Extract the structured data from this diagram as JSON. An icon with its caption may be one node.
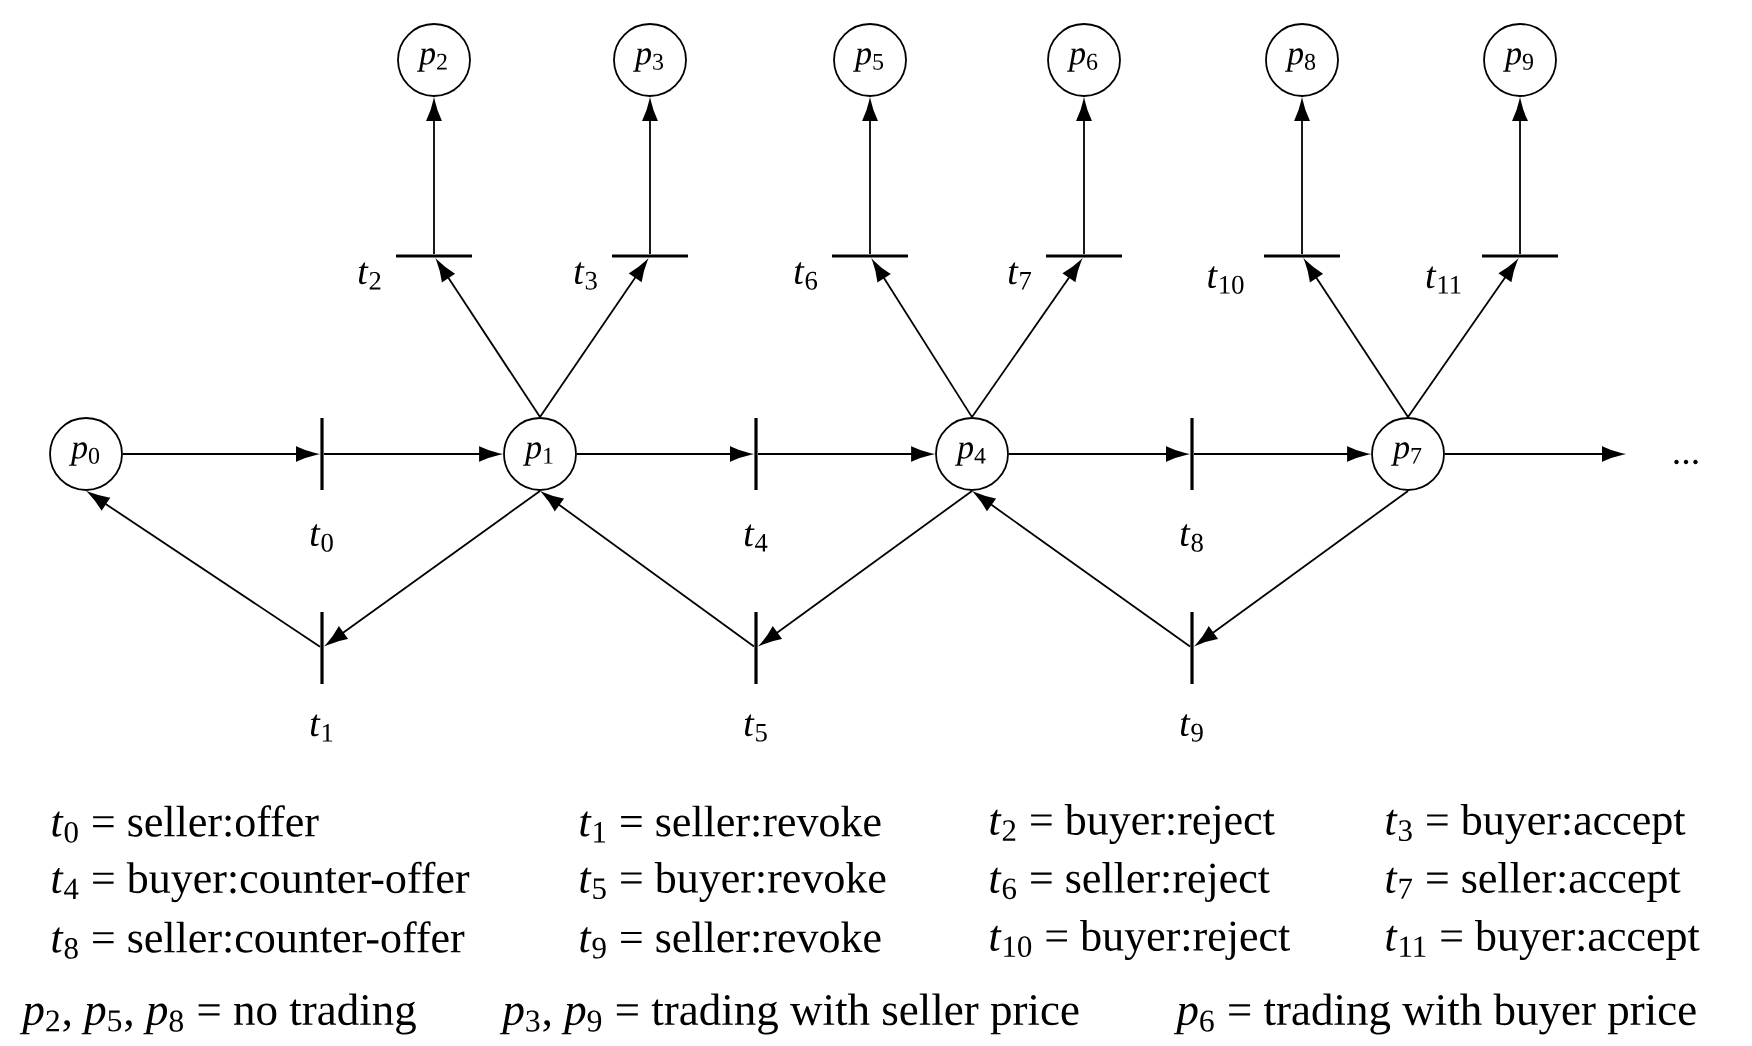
{
  "diagram": {
    "nodes": [
      {
        "text": [
          "*p*$_{0}$"
        ]
      },
      {
        "text": [
          "*p*$_{1}$"
        ]
      },
      {
        "text": [
          "*p*$_{2}$"
        ]
      },
      {
        "text": [
          "*p*$_{3}$"
        ]
      },
      {
        "text": [
          "*p*$_{4}$"
        ]
      },
      {
        "text": [
          "*p*$_{5}$"
        ]
      },
      {
        "text": [
          "*p*$_{6}$"
        ]
      },
      {
        "text": [
          "*p*$_{7}$"
        ]
      },
      {
        "text": [
          "*p*$_{8}$"
        ]
      },
      {
        "text": [
          "*p*$_{9}$"
        ]
      },
      {
        "text": [],
        "shape": "bar",
        "beside": [
          "*t*$_{0}$"
        ]
      },
      {
        "text": [],
        "shape": "bar",
        "beside": [
          "*t*$_{1}$"
        ]
      },
      {
        "text": [],
        "shape": "bar",
        "beside": [
          "*t*$_{2}$"
        ]
      },
      {
        "text": [],
        "shape": "bar",
        "beside": [
          "*t*$_{3}$"
        ]
      },
      {
        "text": [],
        "shape": "bar",
        "beside": [
          "*t*$_{4}$"
        ]
      },
      {
        "text": [],
        "shape": "bar",
        "beside": [
          "*t*$_{5}$"
        ]
      },
      {
        "text": [],
        "shape": "bar",
        "beside": [
          "*t*$_{6}$"
        ]
      },
      {
        "text": [],
        "shape": "bar",
        "beside": [
          "*t*$_{7}$"
        ]
      },
      {
        "text": [],
        "shape": "bar",
        "beside": [
          "*t*$_{8}$"
        ]
      },
      {
        "text": [],
        "shape": "bar",
        "beside": [
          "*t*$_{9}$"
        ]
      },
      {
        "text": [],
        "shape": "bar",
        "beside": [
          "*t*$_{10}$"
        ]
      },
      {
        "text": [],
        "shape": "bar",
        "beside": [
          "*t*$_{11}$"
        ]
      }
    ],
    "edges": [
      {
        "from": 0,
        "to": 10,
        "arrow": "to"
      },
      {
        "from": 10,
        "to": 1,
        "arrow": "to"
      },
      {
        "from": 1,
        "to": 11,
        "arrow": "to"
      },
      {
        "from": 11,
        "to": 0,
        "arrow": "to"
      },
      {
        "from": 1,
        "to": 12,
        "arrow": "to"
      },
      {
        "from": 12,
        "to": 2,
        "arrow": "to"
      },
      {
        "from": 1,
        "to": 13,
        "arrow": "to"
      },
      {
        "from": 13,
        "to": 3,
        "arrow": "to"
      },
      {
        "from": 1,
        "to": 14,
        "arrow": "to"
      },
      {
        "from": 14,
        "to": 4,
        "arrow": "to"
      },
      {
        "from": 4,
        "to": 15,
        "arrow": "to"
      },
      {
        "from": 15,
        "to": 1,
        "arrow": "to"
      },
      {
        "from": 4,
        "to": 16,
        "arrow": "to"
      },
      {
        "from": 16,
        "to": 5,
        "arrow": "to"
      },
      {
        "from": 4,
        "to": 17,
        "arrow": "to"
      },
      {
        "from": 17,
        "to": 6,
        "arrow": "to"
      },
      {
        "from": 4,
        "to": 18,
        "arrow": "to"
      },
      {
        "from": 18,
        "to": 7,
        "arrow": "to"
      },
      {
        "from": 7,
        "to": 19,
        "arrow": "to"
      },
      {
        "from": 19,
        "to": 4,
        "arrow": "to"
      },
      {
        "from": 7,
        "to": 20,
        "arrow": "to"
      },
      {
        "from": 20,
        "to": 8,
        "arrow": "to"
      },
      {
        "from": 7,
        "to": 21,
        "arrow": "to"
      },
      {
        "from": 21,
        "to": 9,
        "arrow": "to"
      },
      {
        "from": 7,
        "to": null,
        "arrow": "to"
      }
    ],
    "labels": [
      "...",
      "*t*$_{0}$ = seller:offer",
      "*t*$_{1}$ = seller:revoke",
      "*t*$_{2}$ = buyer:reject",
      "*t*$_{3}$ = buyer:accept",
      "*t*$_{4}$ = buyer:counter-offer",
      "*t*$_{5}$ = buyer:revoke",
      "*t*$_{6}$ = seller:reject",
      "*t*$_{7}$ = seller:accept",
      "*t*$_{8}$ = seller:counter-offer",
      "*t*$_{9}$ = seller:revoke",
      "*t*$_{10}$ = buyer:reject",
      "*t*$_{11}$ = buyer:accept",
      "*p*$_{2}$, *p*$_{5}$, *p*$_{8}$ = no trading",
      "*p*$_{3}$, *p*$_{9}$ = trading with seller price",
      "*p*$_{6}$ = trading with buyer price"
    ]
  }
}
